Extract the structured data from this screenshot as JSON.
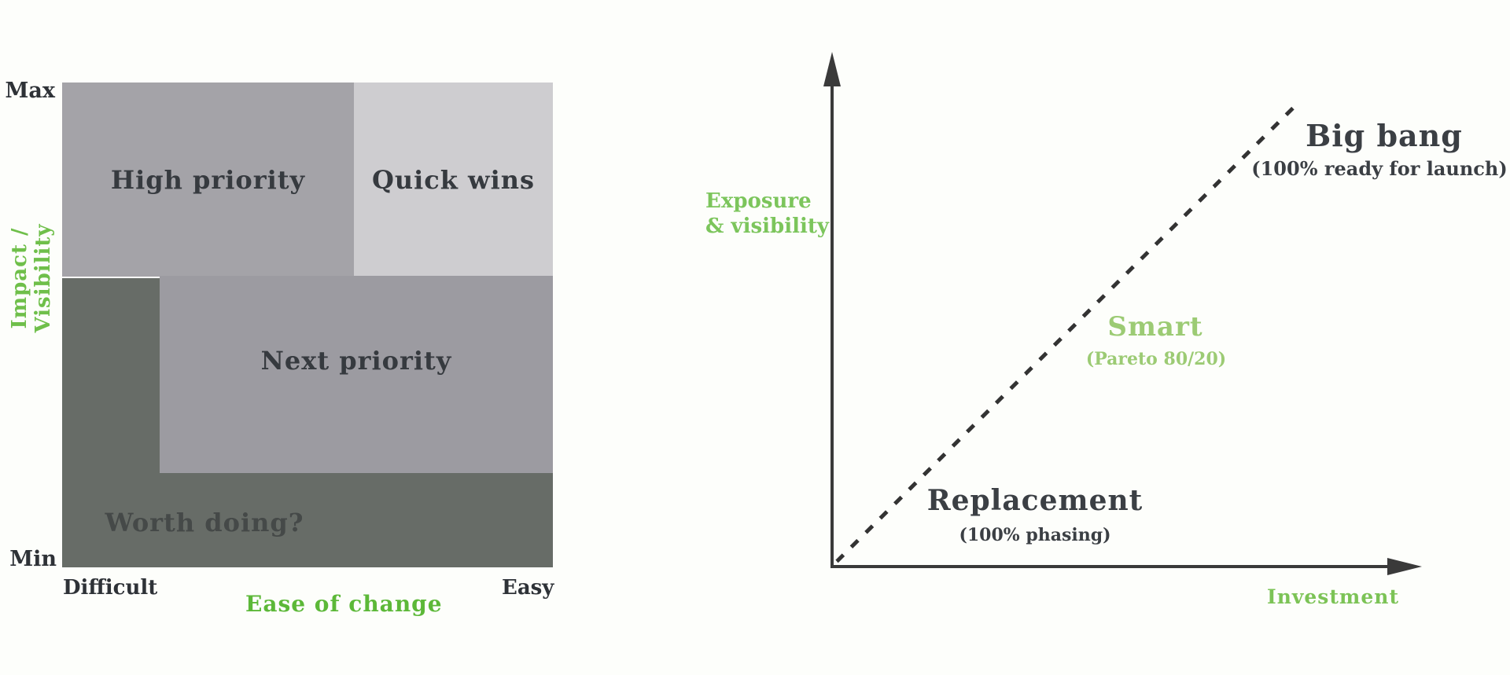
{
  "left_chart": {
    "y_axis": {
      "label": "Impact / Visibility",
      "max_tick": "Max",
      "min_tick": "Min"
    },
    "x_axis": {
      "label": "Ease of change",
      "left_tick": "Difficult",
      "right_tick": "Easy"
    },
    "quadrants": [
      {
        "label": "High priority",
        "color": "#a4a3a8"
      },
      {
        "label": "Quick wins",
        "color": "#cecdd0"
      },
      {
        "label": "Next priority",
        "color": "#9c9ba1"
      },
      {
        "label": "Worth doing?",
        "color": "#676c67"
      }
    ]
  },
  "right_chart": {
    "y_axis": {
      "label_line1": "Exposure",
      "label_line2": "& visibility"
    },
    "x_axis": {
      "label": "Investment"
    },
    "line": {
      "style": "dashed",
      "direction": "diagonal-45deg"
    },
    "strategies": [
      {
        "name": "Big bang",
        "detail": "(100% ready for launch)",
        "color": "#3b3f44"
      },
      {
        "name": "Smart",
        "detail": "(Pareto 80/20)",
        "color": "#9ccb74"
      },
      {
        "name": "Replacement",
        "detail": "(100% phasing)",
        "color": "#3b3f44"
      }
    ]
  },
  "colors": {
    "background": "#fdfefb",
    "axis_line": "#3a3a3a",
    "green_axis_label": "#6fbf4a",
    "green_ease_of_change": "#5cb838",
    "green_exposure": "#7cc55c",
    "green_investment": "#7cc356",
    "green_smart": "#9ccb74",
    "dark_text": "#2e3237",
    "worth_doing_text": "#454948"
  }
}
